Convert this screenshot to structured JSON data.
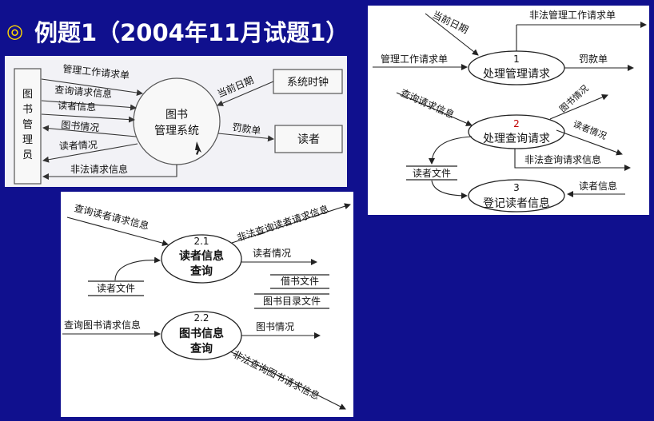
{
  "title": {
    "bullet": "◎",
    "text": "例题1（2004年11月试题1）"
  },
  "context": {
    "staff": [
      "图",
      "书",
      "管",
      "理",
      "员"
    ],
    "system_line1": "图书",
    "system_line2": "管理系统",
    "clock": "系统时钟",
    "reader": "读者",
    "flows": {
      "mgmt_request": "管理工作请求单",
      "query_request": "查询请求信息",
      "reader_info": "读者信息",
      "book_status": "图书情况",
      "reader_status": "读者情况",
      "illegal_request": "非法请求信息",
      "current_date": "当前日期",
      "fine_slip": "罚款单"
    }
  },
  "level1": {
    "p1_num": "1",
    "p1_name": "处理管理请求",
    "p2_num": "2",
    "p2_name": "处理查询请求",
    "p3_num": "3",
    "p3_name": "登记读者信息",
    "store_reader_file": "读者文件",
    "flows": {
      "illegal_mgmt": "非法管理工作请求单",
      "current_date": "当前日期",
      "mgmt_request": "管理工作请求单",
      "fine_slip": "罚款单",
      "query_request": "查询请求信息",
      "book_status": "图书情况",
      "reader_status": "读者情况",
      "illegal_query": "非法查询请求信息",
      "reader_info": "读者信息"
    }
  },
  "level2": {
    "p21_num": "2.1",
    "p21_line1": "读者信息",
    "p21_line2": "查询",
    "p22_num": "2.2",
    "p22_line1": "图书信息",
    "p22_line2": "查询",
    "store_reader_file": "读者文件",
    "store_borrow_file": "借书文件",
    "store_catalog_file": "图书目录文件",
    "flows": {
      "reader_query_req": "查询读者请求信息",
      "illegal_reader_query": "非法查询读者请求信息",
      "reader_status": "读者情况",
      "book_query_req": "查询图书请求信息",
      "book_status": "图书情况",
      "illegal_book_query": "非法查询图书请求信息"
    }
  }
}
